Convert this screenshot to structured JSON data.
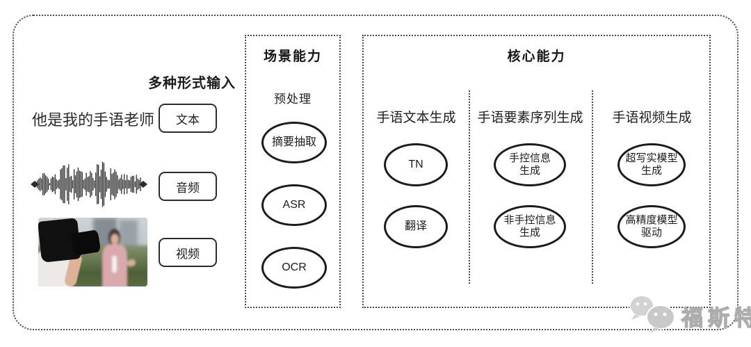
{
  "input_section": {
    "header": "多种形式输入",
    "text_example": "他是我的手语老师",
    "items": [
      {
        "label": "文本"
      },
      {
        "label": "音频"
      },
      {
        "label": "视频"
      }
    ],
    "icons": {
      "audio": "audio-waveform",
      "video": "camera-interview-photo"
    }
  },
  "scene_box": {
    "title": "场景能力",
    "subtitle": "预处理",
    "nodes": [
      "摘要抽取",
      "ASR",
      "OCR"
    ]
  },
  "core_box": {
    "title": "核心能力",
    "columns": [
      {
        "header": "手语文本生成",
        "nodes": [
          "TN",
          "翻译"
        ]
      },
      {
        "header": "手语要素序列生成",
        "nodes": [
          "手控信息\n生成",
          "非手控信息\n生成"
        ]
      },
      {
        "header": "手语视频生成",
        "nodes": [
          "超写实模型\n生成",
          "高精度模型\n驱动"
        ]
      }
    ]
  },
  "watermark": {
    "text": "福斯特",
    "logo": "wechat-bubbles"
  },
  "colors": {
    "line": "#1b1b1b",
    "dotted_border": "#4a4a4a",
    "watermark_gray": "#c9c9c9",
    "background": "#fefefe"
  }
}
